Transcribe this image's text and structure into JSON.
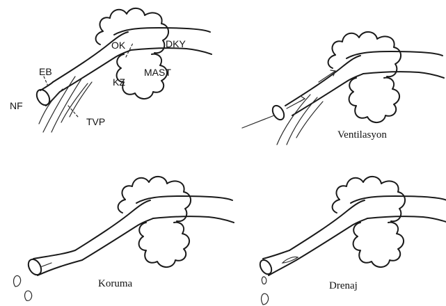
{
  "labels": {
    "nf": "NF",
    "eb": "EB",
    "ok": "OK",
    "kz": "KZ",
    "dky": "DKY",
    "mast": "MAST",
    "tvp": "TVP"
  },
  "captions": {
    "ventilation": "Ventilasyon",
    "protection": "Koruma",
    "drainage": "Drenaj"
  }
}
